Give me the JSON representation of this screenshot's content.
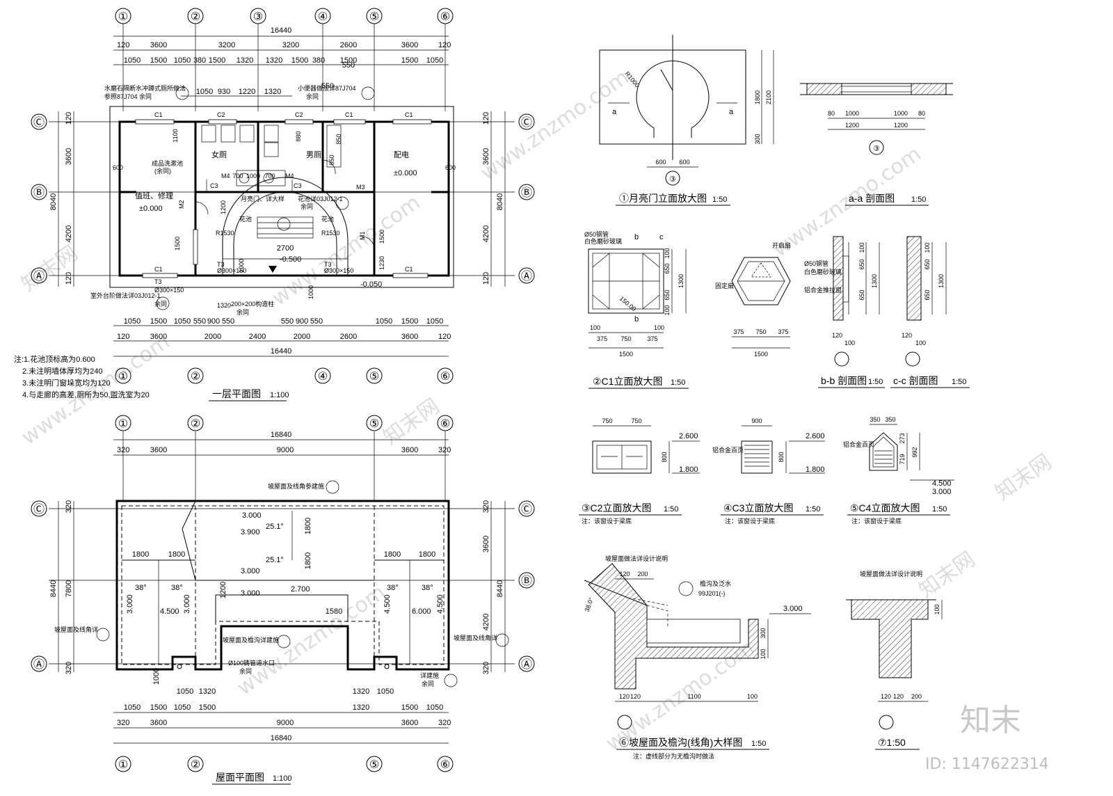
{
  "grid_labels": {
    "cols": [
      "①",
      "②",
      "③",
      "④",
      "⑤",
      "⑥"
    ],
    "rows": [
      "Ⓒ",
      "Ⓑ",
      "Ⓐ"
    ]
  },
  "plan1": {
    "title": "一层平面图",
    "scale": "1:100",
    "total_width": "16440",
    "total_depth": "8040",
    "top_dims": [
      "120",
      "3600",
      "3200",
      "3200",
      "2600",
      "3600",
      "120"
    ],
    "top_sub_dims": [
      "1050",
      "1500",
      "1050",
      "380",
      "1500",
      "1320",
      "1320",
      "1500",
      "380",
      "1500",
      "1500",
      "1050"
    ],
    "toilet_dims": [
      "1050",
      "930",
      "1220",
      "1320",
      "550",
      "550"
    ],
    "bottom_dims": [
      "120",
      "3600",
      "2000",
      "2400",
      "2000",
      "2600",
      "3600",
      "120"
    ],
    "bottom_sub_dims": [
      "1050",
      "1500",
      "1050",
      "550",
      "900",
      "550",
      "550",
      "900",
      "550",
      "1050",
      "1500",
      "1050"
    ],
    "side_dims": [
      "120",
      "3600",
      "4200",
      "120"
    ],
    "rooms": [
      "值班、修理",
      "女厕",
      "男厕",
      "配电"
    ],
    "levels": [
      "±0.000",
      "±0.000",
      "-0.500",
      "-0.050"
    ],
    "labels": [
      "C1",
      "C2",
      "C2",
      "C1",
      "C1",
      "C1",
      "C1",
      "C3",
      "C3",
      "M2",
      "M3",
      "M4",
      "M1",
      "M4"
    ],
    "notes_small": [
      "水磨石隔断水冲蹲式厕所做法",
      "参照87J704  余同",
      "小便器做法详87J704",
      "余同",
      "成品洗漱池",
      "(余同)",
      "月亮门、详大样",
      "花池详03J012-1",
      "余同",
      "室外台阶做法详03J012-1",
      "余同",
      "200×200构造柱",
      "余同",
      "花池",
      "花池"
    ],
    "inner_dims": [
      "1100",
      "1200",
      "1500",
      "1500",
      "1230",
      "600",
      "600",
      "850",
      "850",
      "700",
      "1000",
      "700",
      "880",
      "1320",
      "2700",
      "1000",
      "1000"
    ],
    "step_labels": [
      "T3",
      "Ø300×150",
      "T3",
      "Ø300×150",
      "T3",
      "Ø300×150",
      "R1530",
      "R1530"
    ],
    "notes": [
      "注:1.花池顶标高为0.600",
      "2.未注明墙体厚均为240",
      "3.未注明门窗垛宽均为120",
      "4.与走廊的高差,厕所为50,盥洗室为20"
    ]
  },
  "plan2": {
    "title": "屋面平面图",
    "scale": "1:100",
    "total_width": "16840",
    "total_depth": "8440",
    "top_dims": [
      "320",
      "3600",
      "9000",
      "3600",
      "320"
    ],
    "bottom_dims": [
      "320",
      "3600",
      "9000",
      "3600",
      "320"
    ],
    "bottom_sub_dims": [
      "1050",
      "1500",
      "1050",
      "1500",
      "1320",
      "1500",
      "1050"
    ],
    "side_dims": [
      "320",
      "7800",
      "320"
    ],
    "side_right": [
      "320",
      "3600",
      "4200",
      "320"
    ],
    "levels": [
      "3.000",
      "3.900",
      "3.000",
      "3.000",
      "2.700",
      "4.500",
      "3.000",
      "4.500",
      "6.000",
      "3.000",
      "4.500"
    ],
    "angles": [
      "25.1°",
      "25.1°",
      "38°",
      "38°",
      "38°",
      "38°"
    ],
    "dims_inner": [
      "1800",
      "1800",
      "1800",
      "1800",
      "1800",
      "1800",
      "1200",
      "1580",
      "1000",
      "1050",
      "1320",
      "1320",
      "1050"
    ],
    "notes": [
      "坡屋面及线角参建施",
      "坡屋面及线角详",
      "坡屋面及檐沟详建施",
      "坡屋面及线角详",
      "Ø100铸管道水口",
      "余同",
      "详建施",
      "余同"
    ]
  },
  "details": {
    "d1": {
      "title": "①月亮门立面放大图",
      "scale": "1:50",
      "dims": [
        "R1000",
        "600",
        "600",
        "1800",
        "2100",
        "300"
      ],
      "section_mark": "a"
    },
    "d1b": {
      "title": "a-a 剖面图",
      "scale": "1:50",
      "dims": [
        "80",
        "1000",
        "1000",
        "80",
        "1200",
        "1200"
      ]
    },
    "d2": {
      "title": "②C1立面放大图",
      "scale": "1:50",
      "dims": [
        "100",
        "375",
        "750",
        "375",
        "100",
        "1500",
        "100",
        "650",
        "650",
        "100",
        "1300"
      ],
      "notes": [
        "Ø50钢管",
        "白色磨砂玻璃",
        "开启扇",
        "固定扇",
        "Ø50钢管",
        "白色磨砂玻璃",
        "铝合金推拉窗",
        "150.00"
      ]
    },
    "d2b": {
      "title": "b-b 剖面图",
      "scale": "1:50",
      "dims": [
        "120",
        "100"
      ]
    },
    "d2c": {
      "title": "c-c 剖面图",
      "scale": "1:50",
      "dims": [
        "120",
        "100"
      ]
    },
    "d2m": {
      "dims": [
        "375",
        "750",
        "375",
        "1500"
      ]
    },
    "d3": {
      "title": "③C2立面放大图",
      "scale": "1:50",
      "dims": [
        "750",
        "750",
        "800",
        "2.600",
        "1.800"
      ],
      "note": "注：该窗设于梁底"
    },
    "d4": {
      "title": "④C3立面放大图",
      "scale": "1:50",
      "dims": [
        "900",
        "800",
        "2.600",
        "1.800"
      ],
      "note": "注：该窗设于梁底",
      "label": "铝合金百页"
    },
    "d5": {
      "title": "⑤C4立面放大图",
      "scale": "1:50",
      "dims": [
        "350",
        "350",
        "273",
        "719",
        "992",
        "4.500",
        "3.000"
      ],
      "note": "注：该窗设于梁底",
      "label": "铝合金百页"
    },
    "d6": {
      "title": "⑥坡屋面及檐沟(线角)大样图",
      "scale": "1:50",
      "header": "坡屋面做法详设计说明",
      "dims": [
        "120",
        "200",
        "120",
        "120",
        "1100",
        "100",
        "100",
        "300",
        "3.000",
        "38.0°"
      ],
      "callout": "檐沟及泛水",
      "ref": "99J201(-)",
      "note": "注：虚线部分为无檐沟时做法"
    },
    "d7": {
      "title": "⑦1:50",
      "header": "坡屋面做法详设计说明",
      "dims": [
        "120",
        "120",
        "200",
        "100"
      ]
    }
  },
  "watermark": {
    "site": "www.znzmo.com",
    "brand": "知末网",
    "logo": "知末",
    "id": "ID: 1147622314"
  }
}
